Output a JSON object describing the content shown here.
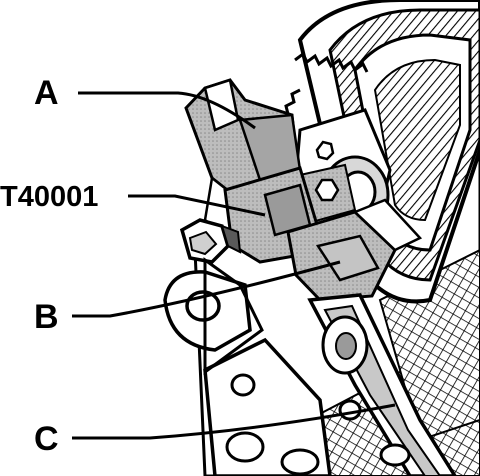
{
  "diagram": {
    "callouts": [
      {
        "id": "A",
        "label": "A"
      },
      {
        "id": "tool",
        "label": "T40001"
      },
      {
        "id": "B",
        "label": "B"
      },
      {
        "id": "C",
        "label": "C"
      }
    ],
    "colors": {
      "ink": "#000000",
      "background": "#ffffff",
      "shade_light": "#c4c4c4",
      "shade_mid": "#9a9a9a",
      "shade_dark": "#5a5a5a"
    }
  }
}
